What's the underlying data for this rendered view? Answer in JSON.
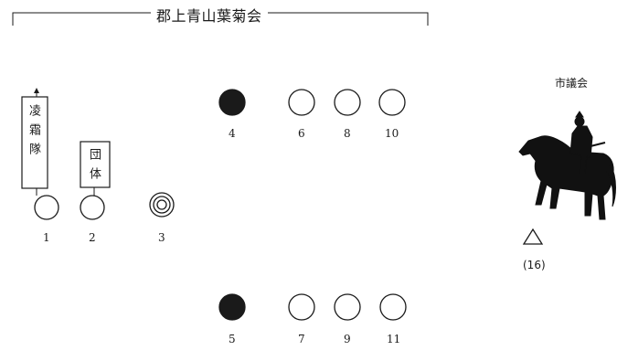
{
  "header": {
    "title": "郡上青山葉菊会"
  },
  "council_label": "市議会",
  "banner_text": "凌霜隊",
  "sign_text": "団体",
  "rider_label": "(16)",
  "markers": [
    {
      "label": "1",
      "style": "open"
    },
    {
      "label": "2",
      "style": "open"
    },
    {
      "label": "3",
      "style": "target"
    },
    {
      "label": "4",
      "style": "filled"
    },
    {
      "label": "6",
      "style": "open"
    },
    {
      "label": "8",
      "style": "open"
    },
    {
      "label": "10",
      "style": "open"
    },
    {
      "label": "5",
      "style": "filled"
    },
    {
      "label": "7",
      "style": "open"
    },
    {
      "label": "9",
      "style": "open"
    },
    {
      "label": "11",
      "style": "open"
    }
  ],
  "colors": {
    "ink": "#1a1a1a",
    "paper": "#ffffff"
  }
}
